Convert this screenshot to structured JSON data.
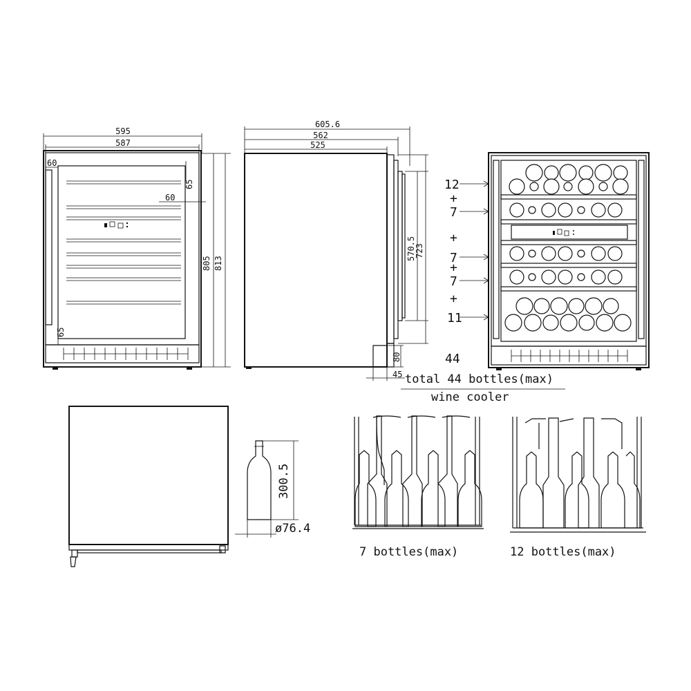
{
  "front_view": {
    "width_outer": "595",
    "width_inner": "587",
    "dim_top_left": "60",
    "dim_top_gap": "65",
    "dim_handle_offset": "60",
    "dim_bottom_gap": "65",
    "height_door": "805",
    "height_total": "813"
  },
  "side_view": {
    "depth_total": "605.6",
    "depth_body_door": "562",
    "depth_body": "525",
    "height_inner": "570.5",
    "height_door": "723",
    "kick_height": "80",
    "kick_depth": "45"
  },
  "capacity_view": {
    "rows": [
      {
        "count": "12",
        "sep": "+"
      },
      {
        "count": "7",
        "sep": "+"
      },
      {
        "count": "7",
        "sep": "+"
      },
      {
        "count": "7",
        "sep": "+"
      },
      {
        "count": "11",
        "sep": ""
      }
    ],
    "total": "44",
    "caption_line1": "total 44 bottles(max)",
    "caption_line2": "wine cooler"
  },
  "bottle": {
    "height": "300.5",
    "diameter": "ø76.4"
  },
  "shelves": {
    "shelf7_label": "7 bottles(max)",
    "shelf12_label": "12 bottles(max)"
  },
  "icons": [
    "control-panel-icon",
    "bottle-icon",
    "shelf-icon"
  ]
}
